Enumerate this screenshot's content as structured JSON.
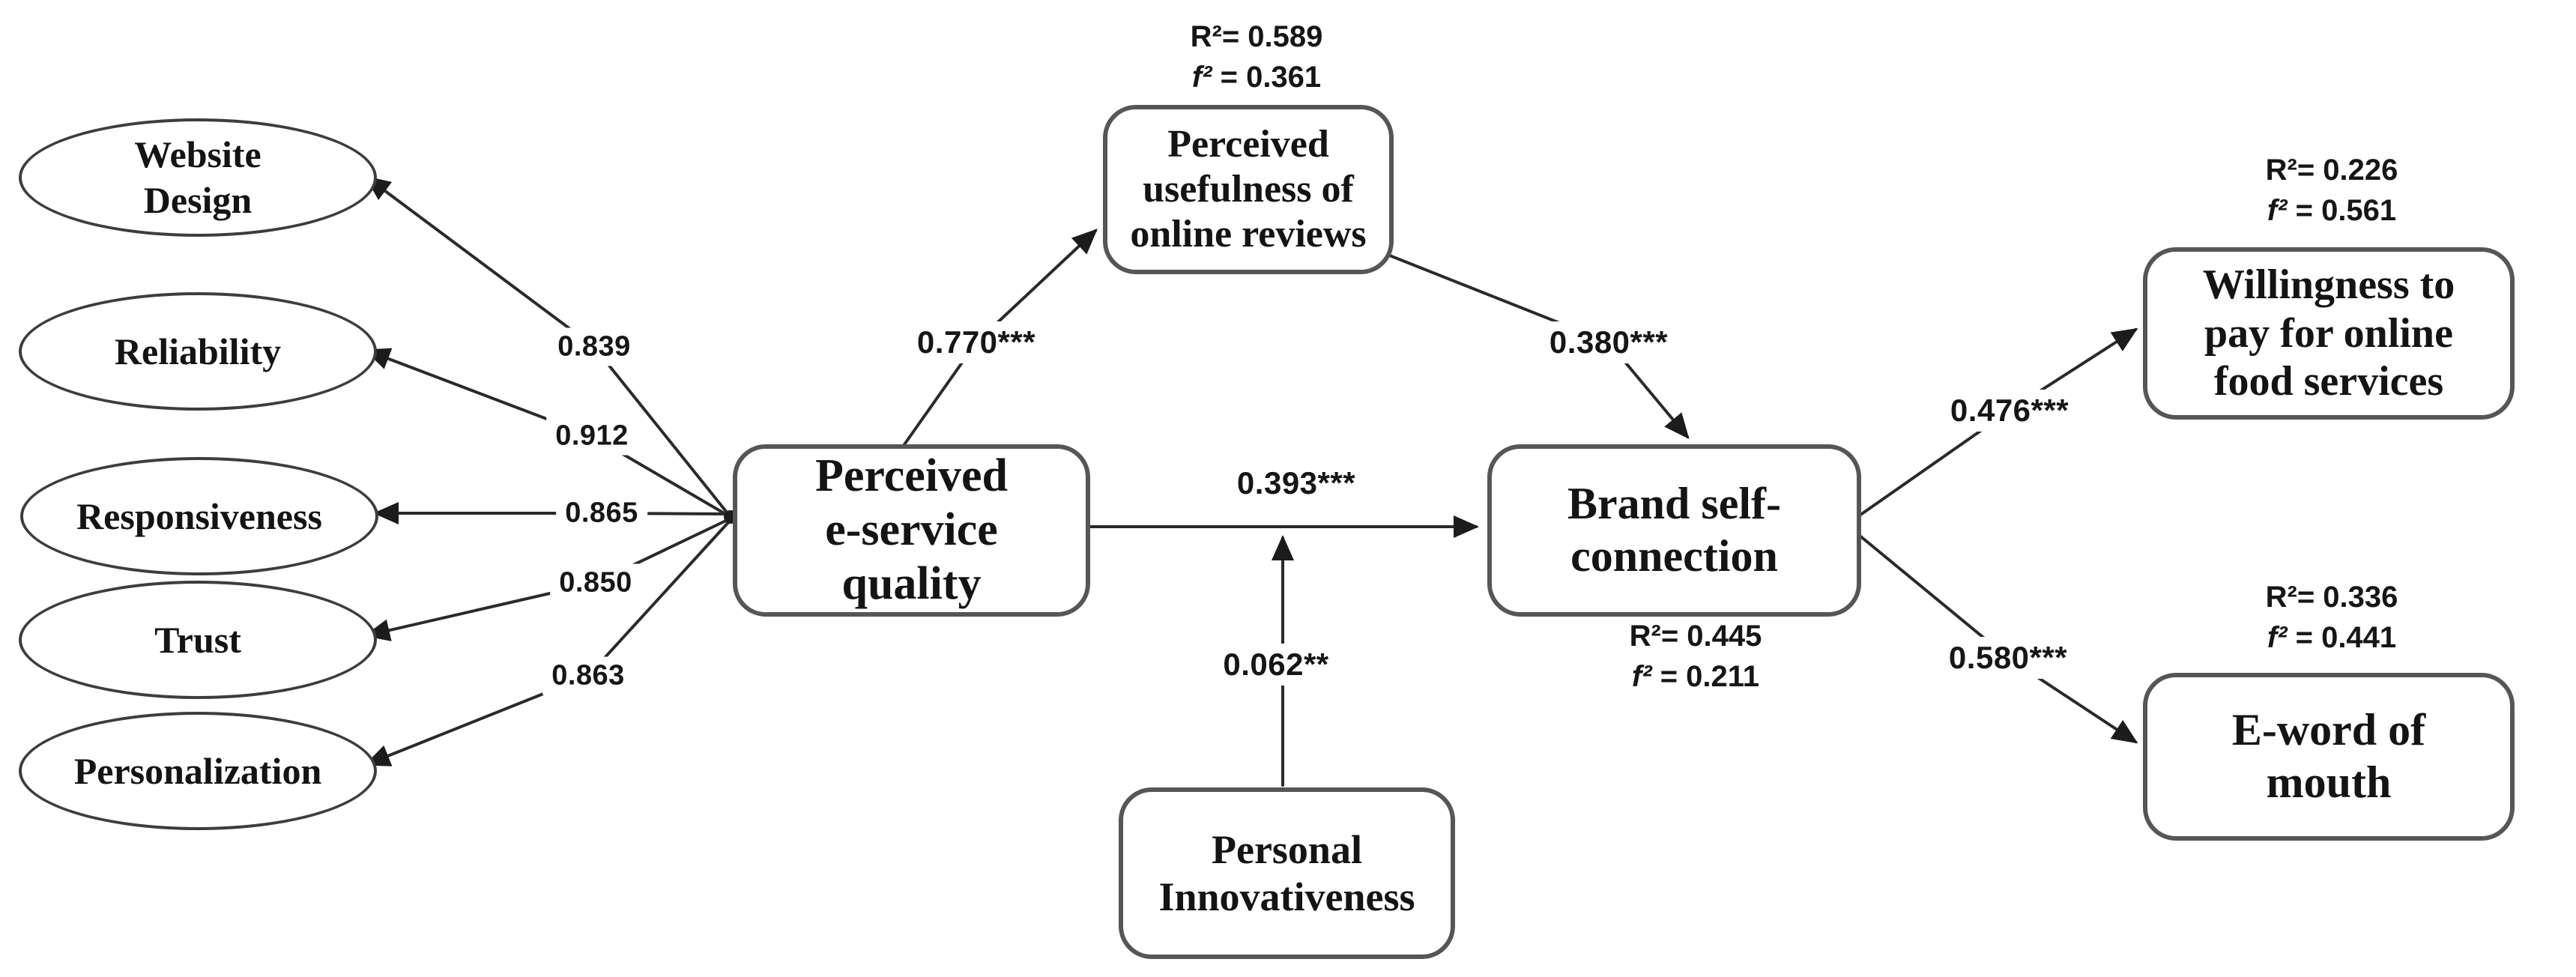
{
  "colors": {
    "ink": "#2a2a2a",
    "box_border": "#565656",
    "background": "#ffffff"
  },
  "indicators": [
    {
      "label": "Website\nDesign",
      "loading": "0.839"
    },
    {
      "label": "Reliability",
      "loading": "0.912"
    },
    {
      "label": "Responsiveness",
      "loading": "0.865"
    },
    {
      "label": "Trust",
      "loading": "0.850"
    },
    {
      "label": "Personalization",
      "loading": "0.863"
    }
  ],
  "constructs": {
    "pesq": {
      "label": "Perceived\ne-service\nquality"
    },
    "puor": {
      "label": "Perceived\nusefulness of\nonline reviews",
      "r2": "R²= 0.589",
      "f2": {
        "sym": "f²",
        "val": "= 0.361"
      }
    },
    "bsc": {
      "label": "Brand self-\nconnection",
      "r2": "R²= 0.445",
      "f2": {
        "sym": "f²",
        "val": "= 0.211"
      }
    },
    "pi": {
      "label": "Personal\nInnovativeness"
    },
    "wtp": {
      "label": "Willingness to\npay for online\nfood services",
      "r2": "R²= 0.226",
      "f2": {
        "sym": "f²",
        "val": "= 0.561"
      }
    },
    "ewom": {
      "label": "E-word of\nmouth",
      "r2": "R²= 0.336",
      "f2": {
        "sym": "f²",
        "val": "= 0.441"
      }
    }
  },
  "paths": {
    "pesq_to_puor": "0.770***",
    "pesq_to_bsc": "0.393***",
    "puor_to_bsc": "0.380***",
    "pi_moderates_pesq_bsc": "0.062**",
    "bsc_to_wtp": "0.476***",
    "bsc_to_ewom": "0.580***"
  }
}
